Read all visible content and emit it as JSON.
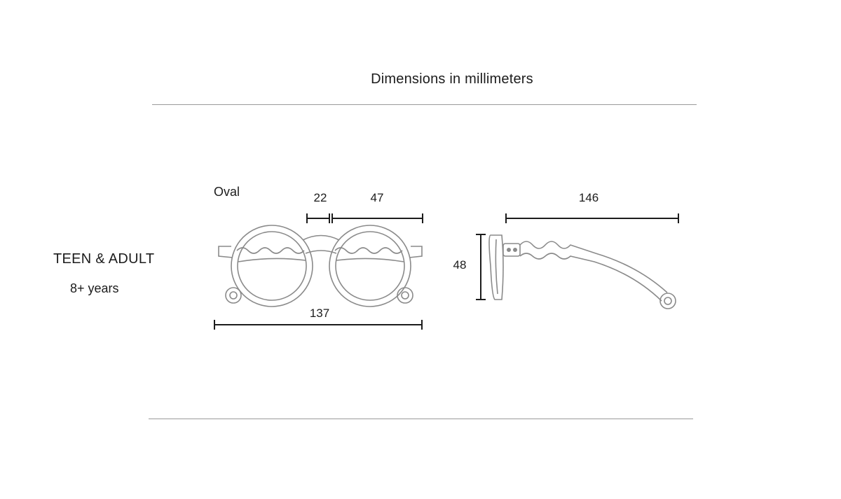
{
  "title": "Dimensions in millimeters",
  "size_group": "TEEN & ADULT",
  "age_range": "8+ years",
  "frame_shape": "Oval",
  "dimensions": {
    "bridge": "22",
    "lens_width": "47",
    "frame_width": "137",
    "temple_length": "146",
    "lens_height": "48"
  },
  "colors": {
    "line": "#1c1c1c",
    "frame_outline": "#8a8a8a",
    "rule": "#9a9a9a"
  }
}
